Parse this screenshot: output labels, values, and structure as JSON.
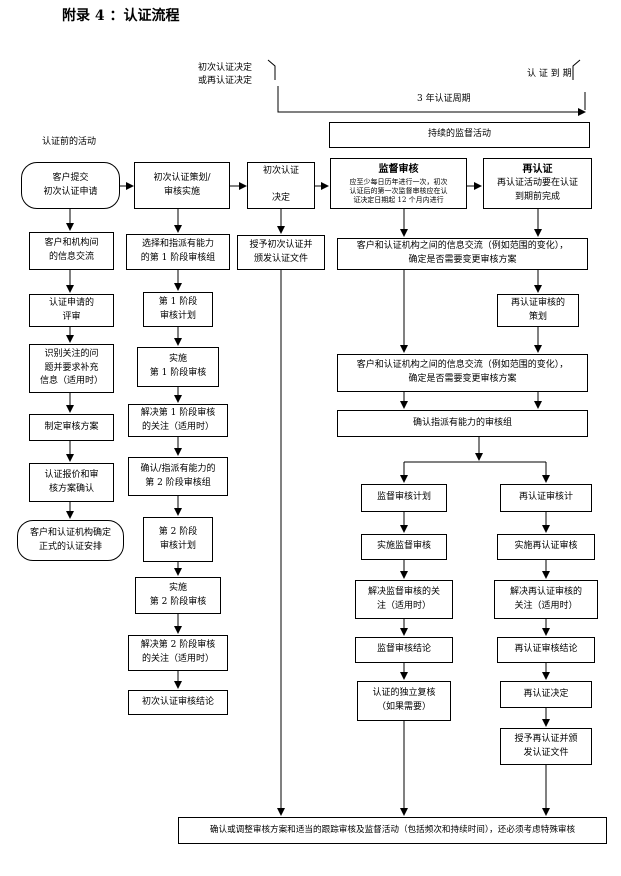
{
  "title": "附录 4 ：认证流程",
  "top": {
    "initial_decision": "初次认证决定\n或再认证决定",
    "cert_expiry": "认 证 到 期",
    "cycle": "3 年认证周期",
    "ongoing": "持续的监督活动",
    "pre_activities": "认证前的活动"
  },
  "col1": [
    "客户提交\n初次认证申请",
    "客户和机构间\n的信息交流",
    "认证申请的\n评审",
    "识别关注的问\n题并要求补充\n信息（适用时）",
    "制定审核方案",
    "认证报价和审\n核方案确认",
    "客户和认证机构确定\n正式的认证安排"
  ],
  "col2": [
    "初次认证策划/\n审核实施",
    "选择和指派有能力\n的第 1 阶段审核组",
    "第 1 阶段\n审核计划",
    "实施\n第 1 阶段审核",
    "解决第 1 阶段审核\n的关注（适用时）",
    "确认/指派有能力的\n第 2 阶段审核组",
    "第 2 阶段\n审核计划",
    "实施\n第 2 阶段审核",
    "解决第 2 阶段审核\n的关注（适用时）",
    "初次认证审核结论"
  ],
  "col3": [
    "初次认证\n\n决定",
    "授予初次认证并\n颁发认证文件"
  ],
  "surveillance_head": {
    "title": "监督审核",
    "body": "应至少每日历年进行一次，初次\n认证后的第一次监督审核应在认\n证决定日期起 12 个月内进行"
  },
  "recert_head": {
    "title": "再认证",
    "body": "再认证活动要在认证\n到期前完成"
  },
  "info_exchange_1": "客户和认证机构之间的信息交流（例如范围的变化），\n确定是否需要变更审核方案",
  "recert_plan": "再认证审核的\n策划",
  "info_exchange_2": "客户和认证机构之间的信息交流（例如范围的变化），\n确定是否需要变更审核方案",
  "confirm_team": "确认指派有能力的审核组",
  "surv_col": [
    "监督审核计划",
    "实施监督审核",
    "解决监督审核的关\n注（适用时）",
    "监督审核结论",
    "认证的独立复核\n（如果需要）"
  ],
  "recert_col": [
    "再认证审核计",
    "实施再认证审核",
    "解决再认证审核的\n关注（适用时）",
    "再认证审核结论",
    "再认证决定",
    "授予再认证并颁\n发认证文件"
  ],
  "bottom": "确认或调整审核方案和适当的跟踪审核及监督活动（包括频次和持续时间），还必须考虑特殊审核"
}
